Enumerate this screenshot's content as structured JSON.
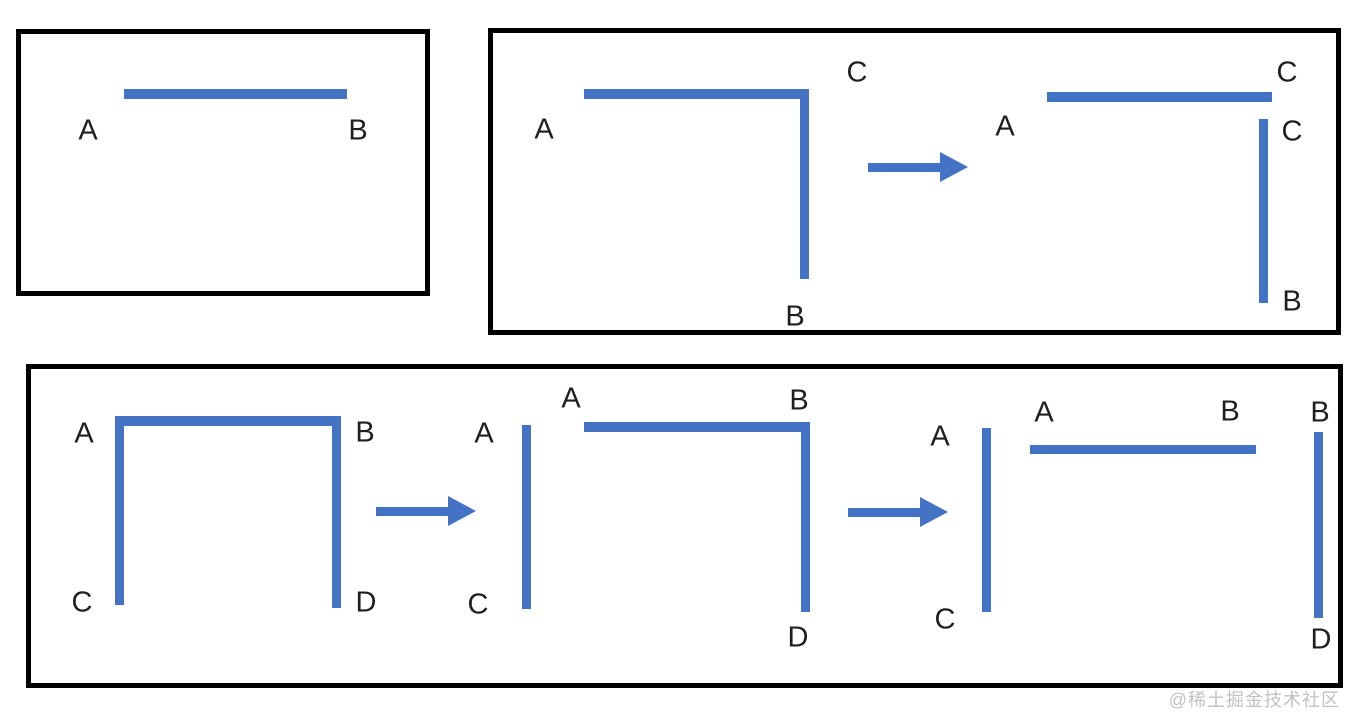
{
  "colors": {
    "line": "#4472C4",
    "frame": "#000000",
    "label": "#1f1f1f",
    "watermark": "#c2c2c2",
    "background": "#ffffff"
  },
  "watermark": {
    "text": "@稀土掘金技术社区"
  },
  "panel1": {
    "segment": {
      "start": "A",
      "end": "B"
    }
  },
  "panel2": {
    "before": {
      "a": "A",
      "c": "C",
      "b": "B"
    },
    "after": {
      "a": "A",
      "c_top": "C",
      "c_side": "C",
      "b": "B"
    }
  },
  "panel3": {
    "before": {
      "a": "A",
      "b": "B",
      "c": "C",
      "d": "D"
    },
    "middle": {
      "vert_a": "A",
      "vert_c": "C",
      "a": "A",
      "b": "B",
      "d": "D"
    },
    "after": {
      "vert1_a": "A",
      "vert1_c": "C",
      "a": "A",
      "b": "B",
      "vert2_b": "B",
      "vert2_d": "D"
    }
  }
}
